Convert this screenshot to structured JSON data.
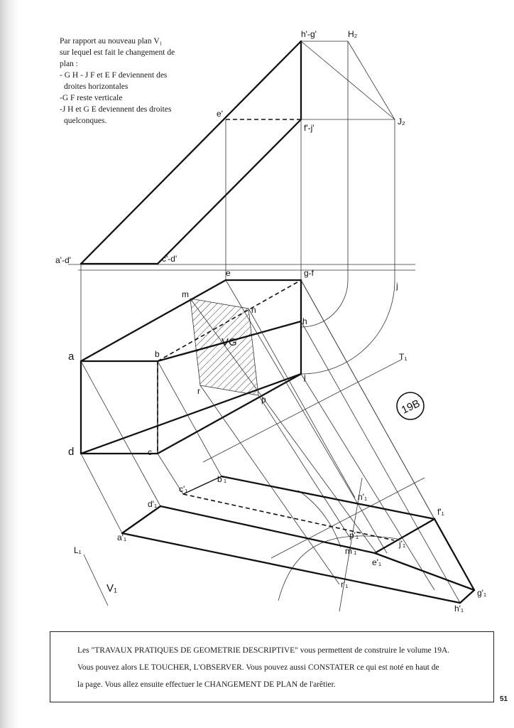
{
  "intro_lines": [
    "Par rapport au nouveau plan V₁",
    "sur lequel est fait le changement de",
    "plan :",
    "- G H - J F  et E F  deviennent des",
    "droites horizontales",
    "-G F  reste verticale",
    "-J H et G E deviennent des droites",
    "quelconques."
  ],
  "labels": {
    "h_g_prime": "h'-g'",
    "H2": "H₂",
    "e_prime": "e'",
    "f_j_prime": "f'-j'",
    "J2": "J₂",
    "a_d_prime": "a'-d'",
    "c_d_prime": "c'-d'",
    "e": "e",
    "g_f": "g-f",
    "j_top": "j",
    "m": "m",
    "n": "n",
    "vg": "VG",
    "h": "h",
    "a": "a",
    "b": "b",
    "j_low": "j",
    "T1": "T₁",
    "r": "r",
    "p": "p",
    "badge": "19B",
    "d": "d",
    "c": "c",
    "b1": "b'₁",
    "c1": "c'₁",
    "n1": "n'₁",
    "d1": "d'₁",
    "f1": "f'₁",
    "a1": "a'₁",
    "p1": "p'₁",
    "j1": "j'₁",
    "m1": "m'₁",
    "e1": "e'₁",
    "L1": "L₁",
    "V1": "V₁",
    "r1": "r'₁",
    "g1": "g'₁",
    "h1": "h'₁"
  },
  "note_lines": [
    "Les \"TRAVAUX PRATIQUES DE GEOMETRIE DESCRIPTIVE\" vous permettent de construire le volume 19A.",
    "Vous pouvez alors LE TOUCHER, L'OBSERVER. Vous pouvez aussi CONSTATER ce qui est noté en haut  de",
    "la page. Vous allez ensuite effectuer le CHANGEMENT DE PLAN de l'arêtier."
  ],
  "page_number": "51",
  "colors": {
    "ink": "#111111",
    "paper": "#ffffff"
  }
}
